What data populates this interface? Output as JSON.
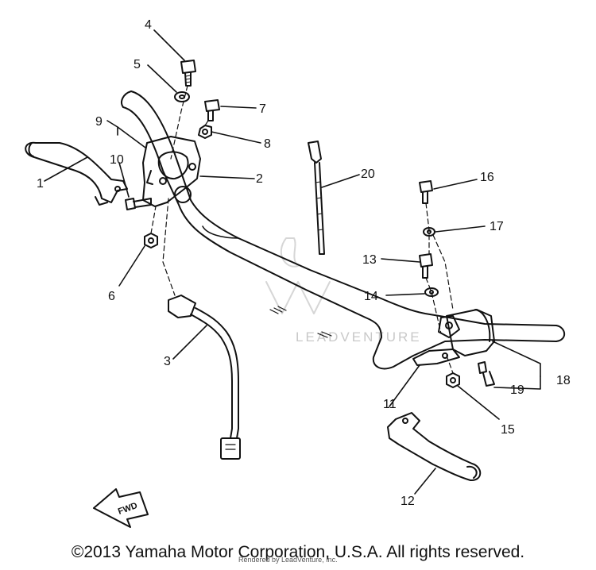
{
  "callouts": {
    "c1": "1",
    "c2": "2",
    "c3": "3",
    "c4": "4",
    "c5": "5",
    "c6": "6",
    "c7": "7",
    "c8": "8",
    "c9": "9",
    "c10": "10",
    "c11": "11",
    "c12": "12",
    "c13": "13",
    "c14": "14",
    "c15": "15",
    "c16": "16",
    "c17": "17",
    "c18": "18",
    "c19": "19",
    "c20": "20"
  },
  "fwd_label": "FWD",
  "watermark_text": "LEADVENTURE",
  "copyright": "©2013 Yamaha Motor Corporation, U.S.A. All rights reserved.",
  "rendered_by": "Rendered by LeadVenture, Inc."
}
